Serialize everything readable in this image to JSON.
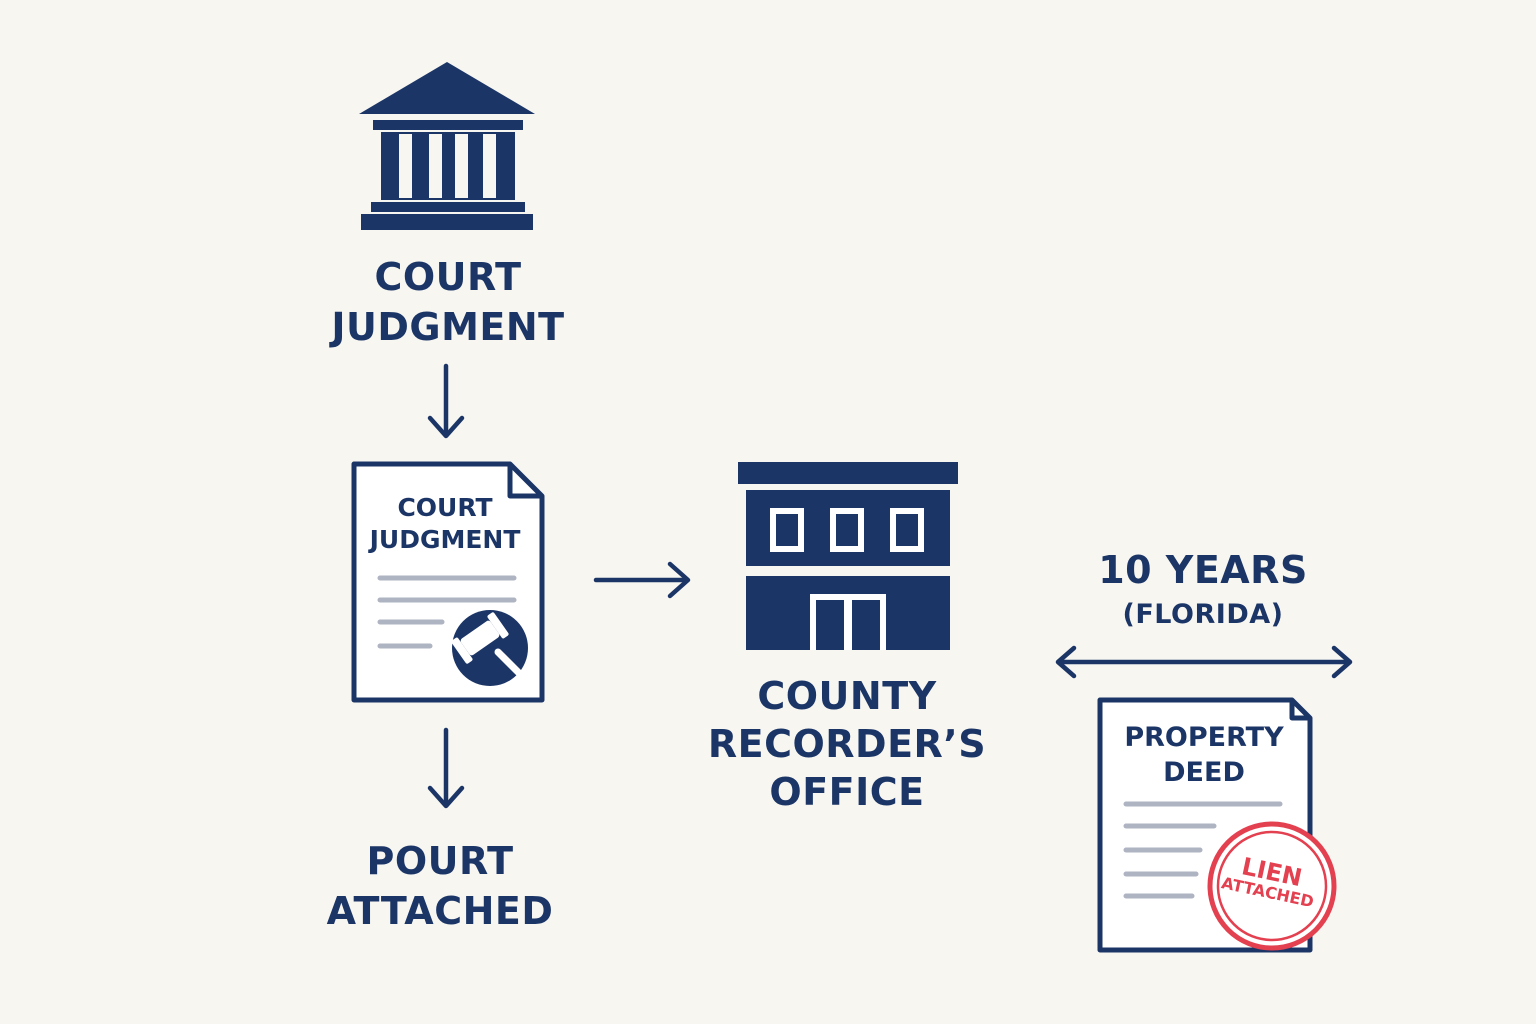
{
  "court": {
    "line1": "COURT",
    "line2": "JUDGMENT"
  },
  "judgment_document": {
    "line1": "COURT",
    "line2": "JUDGMENT"
  },
  "attached": {
    "line1": "POURT",
    "line2": "ATTACHED"
  },
  "recorder": {
    "line1": "COUNTY",
    "line2": "RECORDER’S",
    "line3": "OFFICE"
  },
  "duration": {
    "main": "10 YEARS",
    "sub": "(FLORIDA)"
  },
  "deed": {
    "line1": "PROPERTY",
    "line2": "DEED"
  },
  "stamp": {
    "line1": "LIEN",
    "line2": "ATTACHED"
  },
  "icons": {
    "courthouse": "courthouse-icon",
    "judgment_doc": "document-icon",
    "gavel": "gavel-icon",
    "recorder_building": "office-building-icon",
    "deed_doc": "document-icon",
    "lien_stamp": "stamp-icon"
  },
  "colors": {
    "navy": "#1b3566",
    "gray_lines": "#aeb4c2",
    "stamp_red": "#e34050",
    "background": "#f7f6f1"
  }
}
